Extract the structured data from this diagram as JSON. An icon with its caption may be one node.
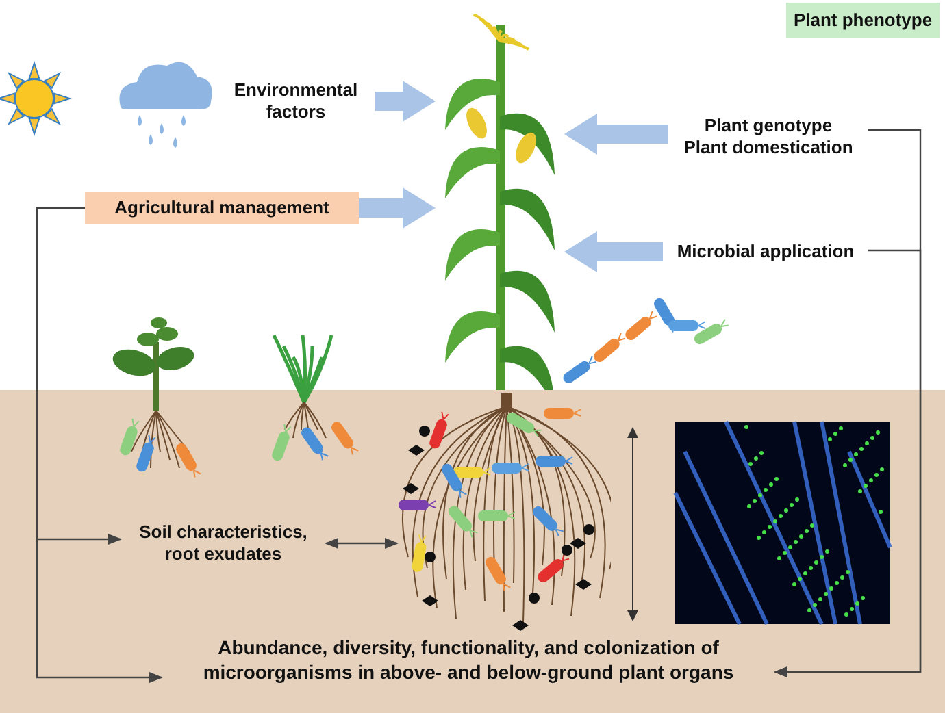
{
  "diagram": {
    "nodes": [
      {
        "text": [
          "Plant phenotype"
        ]
      },
      {
        "text": [],
        "shape": "picture"
      },
      {
        "text": [
          "Environmental factors"
        ]
      },
      {
        "text": [
          "Plant genotype",
          "Plant domestication"
        ]
      },
      {
        "text": [
          "Agricultural management"
        ]
      },
      {
        "text": [
          "Microbial application"
        ]
      },
      {
        "text": [
          "Soil characteristics, root exudates"
        ]
      },
      {
        "text": [
          "Abundance, diversity, functionality, and colonization of microorganisms in above- and below-ground plant organs"
        ]
      },
      {
        "text": [],
        "shape": "picture"
      }
    ],
    "edges": [
      {
        "from": 2,
        "to": 1,
        "arrow": "to",
        "style": "thick",
        "color": "#a9c4e6"
      },
      {
        "from": 3,
        "to": 1,
        "arrow": "to",
        "style": "thick",
        "color": "#a9c4e6"
      },
      {
        "from": 4,
        "to": 1,
        "arrow": "to",
        "style": "thick",
        "color": "#a9c4e6"
      },
      {
        "from": 5,
        "to": 1,
        "arrow": "to",
        "style": "thick",
        "color": "#a9c4e6"
      },
      {
        "from": 4,
        "to": 6,
        "arrow": "to"
      },
      {
        "from": 4,
        "to": 7,
        "arrow": "to"
      },
      {
        "from": 6,
        "to": 8,
        "arrow": "both"
      },
      {
        "from": 3,
        "to": 7,
        "arrow": "to"
      },
      {
        "from": 5,
        "to": 7,
        "arrow": "to"
      }
    ]
  }
}
